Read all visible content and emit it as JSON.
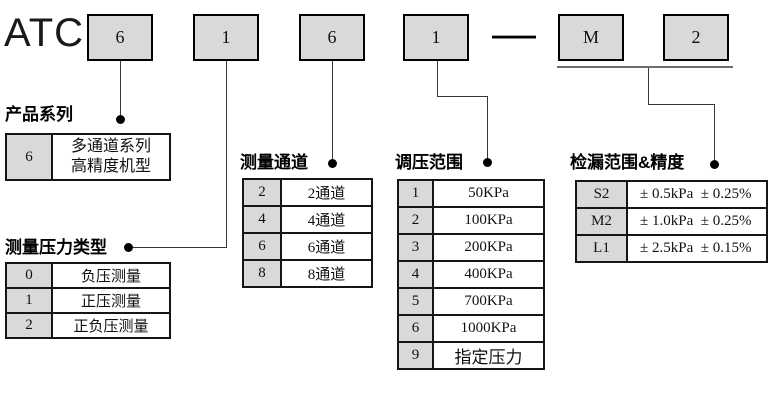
{
  "model": {
    "prefix": "ATC",
    "digits": [
      "6",
      "1",
      "6",
      "1",
      "M",
      "2"
    ],
    "separator": "—"
  },
  "sections": {
    "product_series": {
      "title": "产品系列",
      "rows": [
        {
          "code": "6",
          "desc1": "多通道系列",
          "desc2": "高精度机型"
        }
      ]
    },
    "pressure_type": {
      "title": "测量压力类型",
      "rows": [
        {
          "code": "0",
          "desc": "负压测量"
        },
        {
          "code": "1",
          "desc": "正压测量"
        },
        {
          "code": "2",
          "desc": "正负压测量"
        }
      ]
    },
    "channels": {
      "title": "测量通道",
      "rows": [
        {
          "code": "2",
          "desc": "2通道"
        },
        {
          "code": "4",
          "desc": "4通道"
        },
        {
          "code": "6",
          "desc": "6通道"
        },
        {
          "code": "8",
          "desc": "8通道"
        }
      ]
    },
    "pressure_range": {
      "title": "调压范围",
      "rows": [
        {
          "code": "1",
          "desc": "50KPa"
        },
        {
          "code": "2",
          "desc": "100KPa"
        },
        {
          "code": "3",
          "desc": "200KPa"
        },
        {
          "code": "4",
          "desc": "400KPa"
        },
        {
          "code": "5",
          "desc": "700KPa"
        },
        {
          "code": "6",
          "desc": "1000KPa"
        },
        {
          "code": "9",
          "desc": "指定压力"
        }
      ]
    },
    "leak_range": {
      "title": "检漏范围&精度",
      "rows": [
        {
          "code": "S2",
          "desc": "± 0.5kPa  ± 0.25%"
        },
        {
          "code": "M2",
          "desc": "± 1.0kPa  ± 0.25%"
        },
        {
          "code": "L1",
          "desc": "± 2.5kPa  ± 0.15%"
        }
      ]
    }
  },
  "colors": {
    "box_fill": "#d9d9d9",
    "cell_fill": "#d9d9d9",
    "border": "#000000",
    "connector": "#383838",
    "underline": "#6e6e6e",
    "bg": "#ffffff"
  }
}
